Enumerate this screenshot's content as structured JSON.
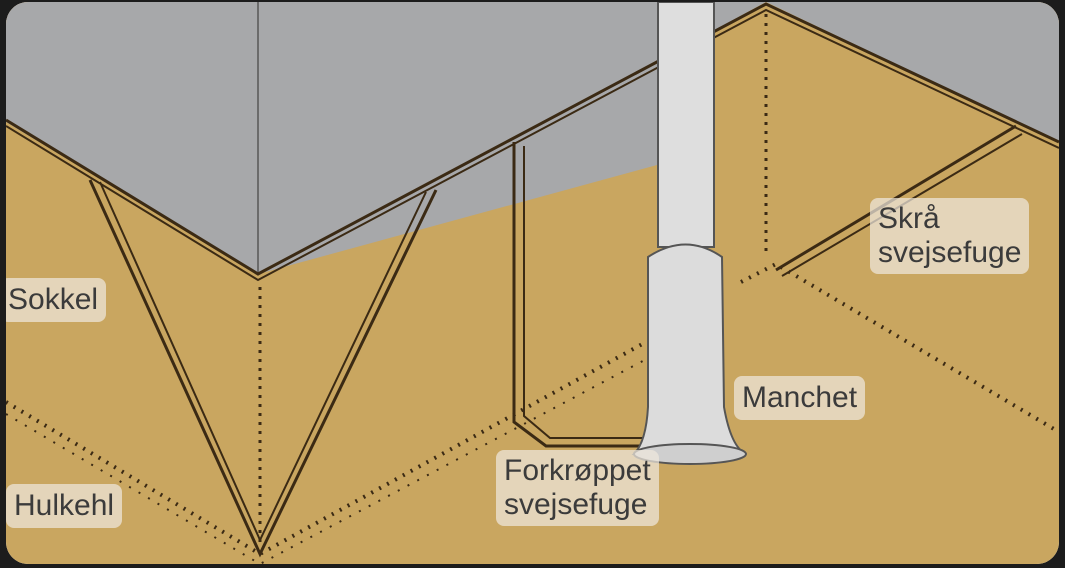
{
  "labels": {
    "sokkel": "Sokkel",
    "hulkehl": "Hulkehl",
    "forkroppet_line1": "Forkrøppet",
    "forkroppet_line2": "svejsefuge",
    "manchet": "Manchet",
    "skraa_line1": "Skrå",
    "skraa_line2": "svejsefuge"
  },
  "colors": {
    "floor": "#c9a660",
    "wall": "#a7a8aa",
    "seam": "#3b2a14",
    "pipe": "#dedede",
    "label_bg": "#eee8dc"
  }
}
